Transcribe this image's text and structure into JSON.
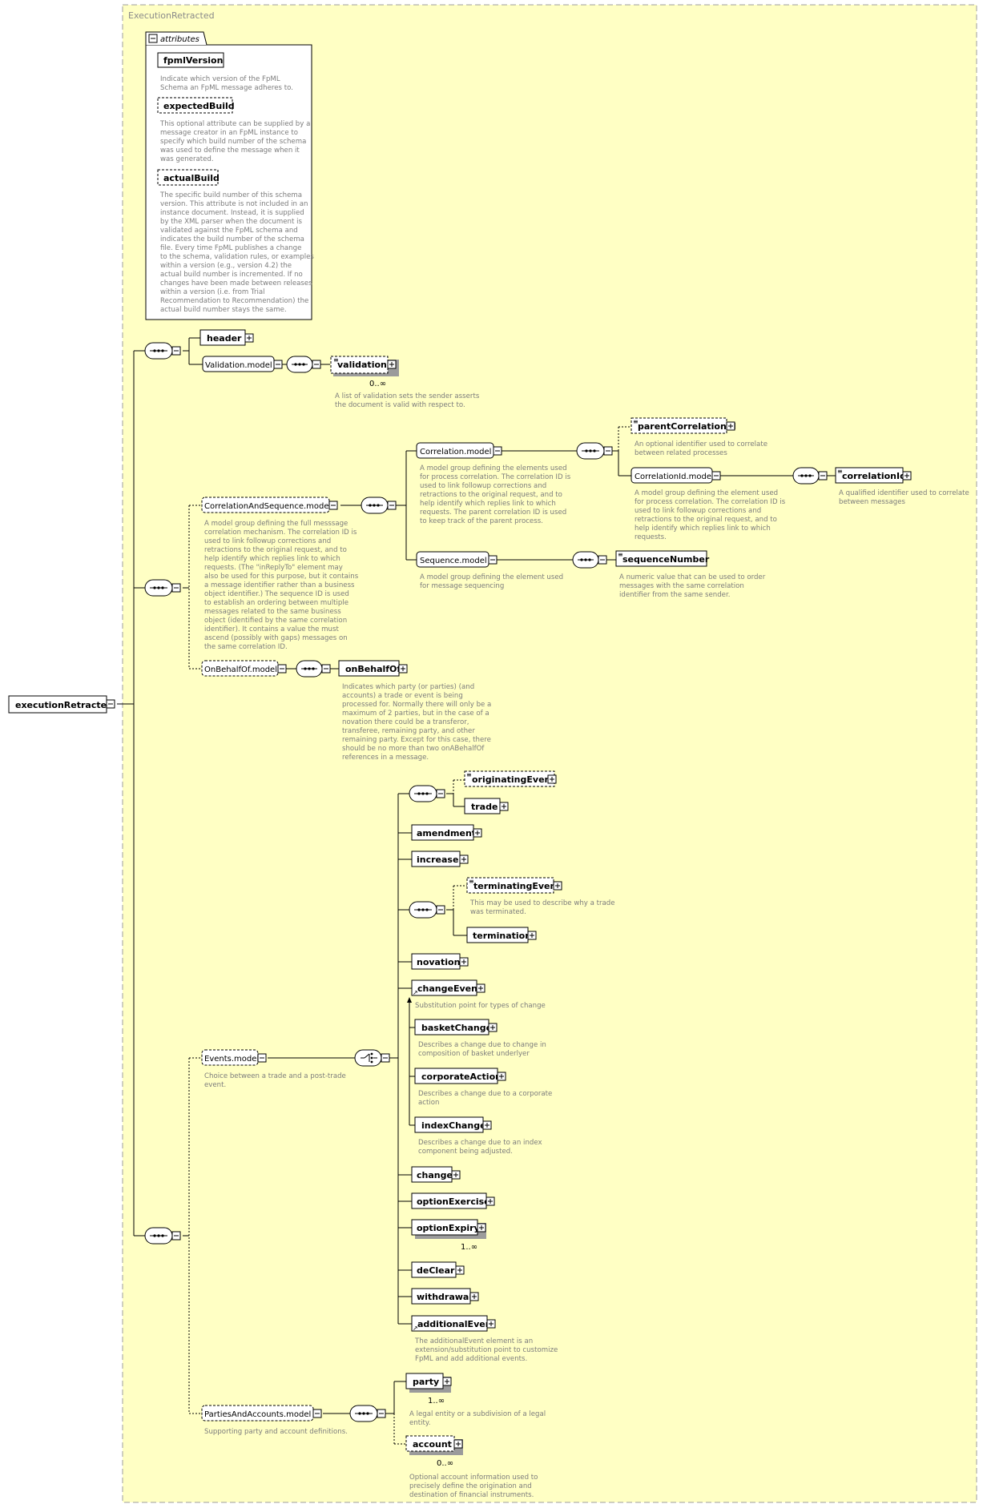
{
  "frame": {
    "title": "ExecutionRetracted"
  },
  "root": {
    "name": "executionRetracted"
  },
  "attributes": {
    "header": "attributes",
    "items": [
      {
        "name": "fpmlVersion",
        "optional": false,
        "desc": [
          "Indicate which version of the FpML",
          "Schema an FpML message adheres to."
        ]
      },
      {
        "name": "expectedBuild",
        "optional": true,
        "desc": [
          "This optional attribute can be supplied by a",
          "message creator in an FpML instance to",
          "specify which build number of the schema",
          "was used to define the message when it",
          "was generated."
        ]
      },
      {
        "name": "actualBuild",
        "optional": true,
        "desc": [
          "The specific build number of this schema",
          "version. This attribute is not included in an",
          "instance document. Instead, it is supplied",
          "by the XML parser when the document is",
          "validated against the FpML schema and",
          "indicates the build number of the schema",
          "file. Every time FpML publishes a change",
          "to the schema, validation rules, or examples",
          "within a version (e.g., version 4.2) the",
          "actual build number is incremented. If no",
          "changes have been made between releases",
          "within a version (i.e. from Trial",
          "Recommendation to Recommendation) the",
          "actual build number stays the same."
        ]
      }
    ]
  },
  "sequence1": {
    "header": {
      "name": "header"
    },
    "validation_model": {
      "name": "Validation.model"
    },
    "validation": {
      "name": "validation",
      "card": "0..∞",
      "desc": [
        "A list of validation sets the sender asserts",
        "the document is valid with respect to."
      ]
    }
  },
  "sequence2": {
    "correlation_and_sequence": {
      "name": "CorrelationAndSequence.model",
      "desc": [
        "A model group defining the full messsage",
        "correlation mechanism. The correlation ID is",
        "used to link followup corrections and",
        "retractions to the original request, and to",
        "help identify which replies link to which",
        "requests. (The \"inReplyTo\" element may",
        "also be used for this purpose, but it contains",
        "a message identifier rather than a business",
        "object identifier.) The sequence ID is used",
        "to establish an ordering between multiple",
        "messages related to the same business",
        "object (identified by the same correlation",
        "identifier). It contains a value the must",
        "ascend (possibly with gaps) messages on",
        "the same correlation ID."
      ]
    },
    "correlation_model": {
      "name": "Correlation.model",
      "desc": [
        "A model group defining the elements used",
        "for process correlation. The correlation ID is",
        "used to link followup corrections and",
        "retractions to the original request, and to",
        "help identify which replies link to which",
        "requests. The parent correlation ID is used",
        "to keep track of the parent process."
      ]
    },
    "parent_correlation_id": {
      "name": "parentCorrelationId",
      "desc": [
        "An optional identifier used to correlate",
        "between related processes"
      ]
    },
    "correlation_id_model": {
      "name": "CorrelationId.model",
      "desc": [
        "A model group defining the element used",
        "for process correlation. The correlation ID is",
        "used to link followup corrections and",
        "retractions to the original request, and to",
        "help identify which replies link to which",
        "requests."
      ]
    },
    "correlation_id": {
      "name": "correlationId",
      "desc": [
        "A qualified identifier used to correlate",
        "between messages"
      ]
    },
    "sequence_model": {
      "name": "Sequence.model",
      "desc": [
        "A model group defining the element used",
        "for message sequencing"
      ]
    },
    "sequence_number": {
      "name": "sequenceNumber",
      "desc": [
        "A numeric value that can be used to order",
        "messages with the same correlation",
        "identifier from the same sender."
      ]
    },
    "on_behalf_of_model": {
      "name": "OnBehalfOf.model"
    },
    "on_behalf_of": {
      "name": "onBehalfOf",
      "desc": [
        "Indicates which party (or parties) (and",
        "accounts) a trade or event is being",
        "processed for. Normally there will only be a",
        "maximum of 2 parties, but in the case of a",
        "novation there could be a transferor,",
        "transferee, remaining party, and other",
        "remaining party. Except for this case, there",
        "should be no more than two onABehalfOf",
        "references in a message."
      ]
    }
  },
  "sequence3": {
    "events_model": {
      "name": "Events.model",
      "desc": [
        "Choice between a trade and a post-trade",
        "event."
      ]
    },
    "originating_event": {
      "name": "originatingEvent"
    },
    "trade": {
      "name": "trade"
    },
    "amendment": {
      "name": "amendment"
    },
    "increase": {
      "name": "increase"
    },
    "terminating_event": {
      "name": "terminatingEvent",
      "desc": [
        "This may be used to describe why a trade",
        "was terminated."
      ]
    },
    "termination": {
      "name": "termination"
    },
    "novation": {
      "name": "novation"
    },
    "change_event": {
      "name": "changeEvent",
      "desc": [
        "Substitution point for types of change"
      ]
    },
    "basket_change": {
      "name": "basketChange",
      "desc": [
        "Describes a change due to change in",
        "composition of basket underlyer"
      ]
    },
    "corporate_action": {
      "name": "corporateAction",
      "desc": [
        "Describes a change due to a corporate",
        "action"
      ]
    },
    "index_change": {
      "name": "indexChange",
      "desc": [
        "Describes a change due to an index",
        "component being adjusted."
      ]
    },
    "change": {
      "name": "change"
    },
    "option_exercise": {
      "name": "optionExercise"
    },
    "option_expiry": {
      "name": "optionExpiry",
      "card": "1..∞"
    },
    "de_clear": {
      "name": "deClear"
    },
    "withdrawal": {
      "name": "withdrawal"
    },
    "additional_event": {
      "name": "additionalEvent",
      "desc": [
        "The additionalEvent element is an",
        "extension/substitution point to customize",
        "FpML and add additional events."
      ]
    },
    "parties_and_accounts_model": {
      "name": "PartiesAndAccounts.model",
      "desc": [
        "Supporting party and account definitions."
      ]
    },
    "party": {
      "name": "party",
      "card": "1..∞",
      "desc": [
        "A legal entity or a subdivision of a legal",
        "entity."
      ]
    },
    "account": {
      "name": "account",
      "card": "0..∞",
      "desc": [
        "Optional account information used to",
        "precisely define the origination and",
        "destination of financial instruments."
      ]
    }
  }
}
